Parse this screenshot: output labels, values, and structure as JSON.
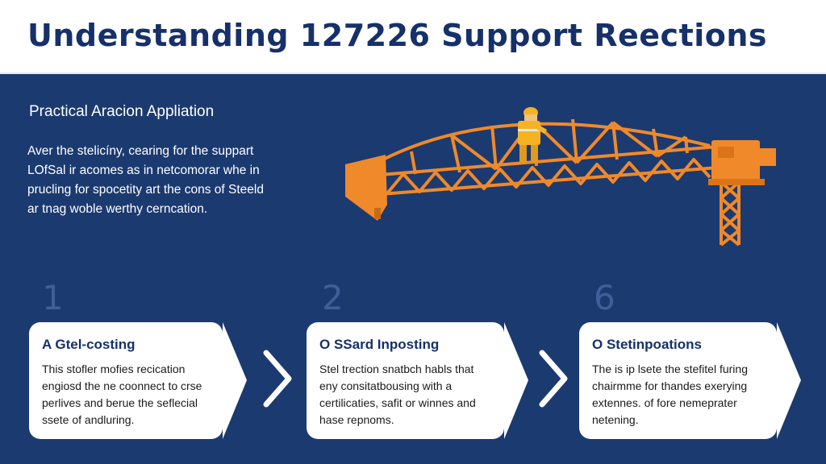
{
  "header": {
    "title": "Understanding 127226 Support Reections"
  },
  "section": {
    "subtitle": "Practical Aracion Appliation",
    "intro_lines": [
      "Aver the stelicíny, cearing for the suppart",
      "LOfSal ir acomes as in netcomorar whe in",
      "prucling for spocetity art the cons of Steeld",
      "ar tnag woble werthy cerncation."
    ]
  },
  "steps": [
    {
      "number": "1",
      "title": "A Gtel-costing",
      "lines": [
        "This stofler mofies recication",
        "engiosd the ne coonnect to crse",
        "perlives and berue the seflecial",
        "ssete of andluring."
      ]
    },
    {
      "number": "2",
      "title": "O SSard Inposting",
      "lines": [
        "Stel trection snatbch habls that",
        "eny consitatbousing with a",
        "certilicaties, safit or winnes and",
        "hase repnoms."
      ]
    },
    {
      "number": "6",
      "title": "O Stetinpoations",
      "lines": [
        "The is ip lsete the stefitel furing",
        "chairmme for thandes exerying",
        "extennes. of fore nemeprater",
        "netening."
      ]
    }
  ],
  "colors": {
    "navy": "#1b3a70",
    "title": "#16306a",
    "crane": "#f0892a",
    "worker": "#f5b324"
  },
  "icons": [
    "crane-illustration",
    "worker-figure",
    "chevron-right-icon"
  ]
}
